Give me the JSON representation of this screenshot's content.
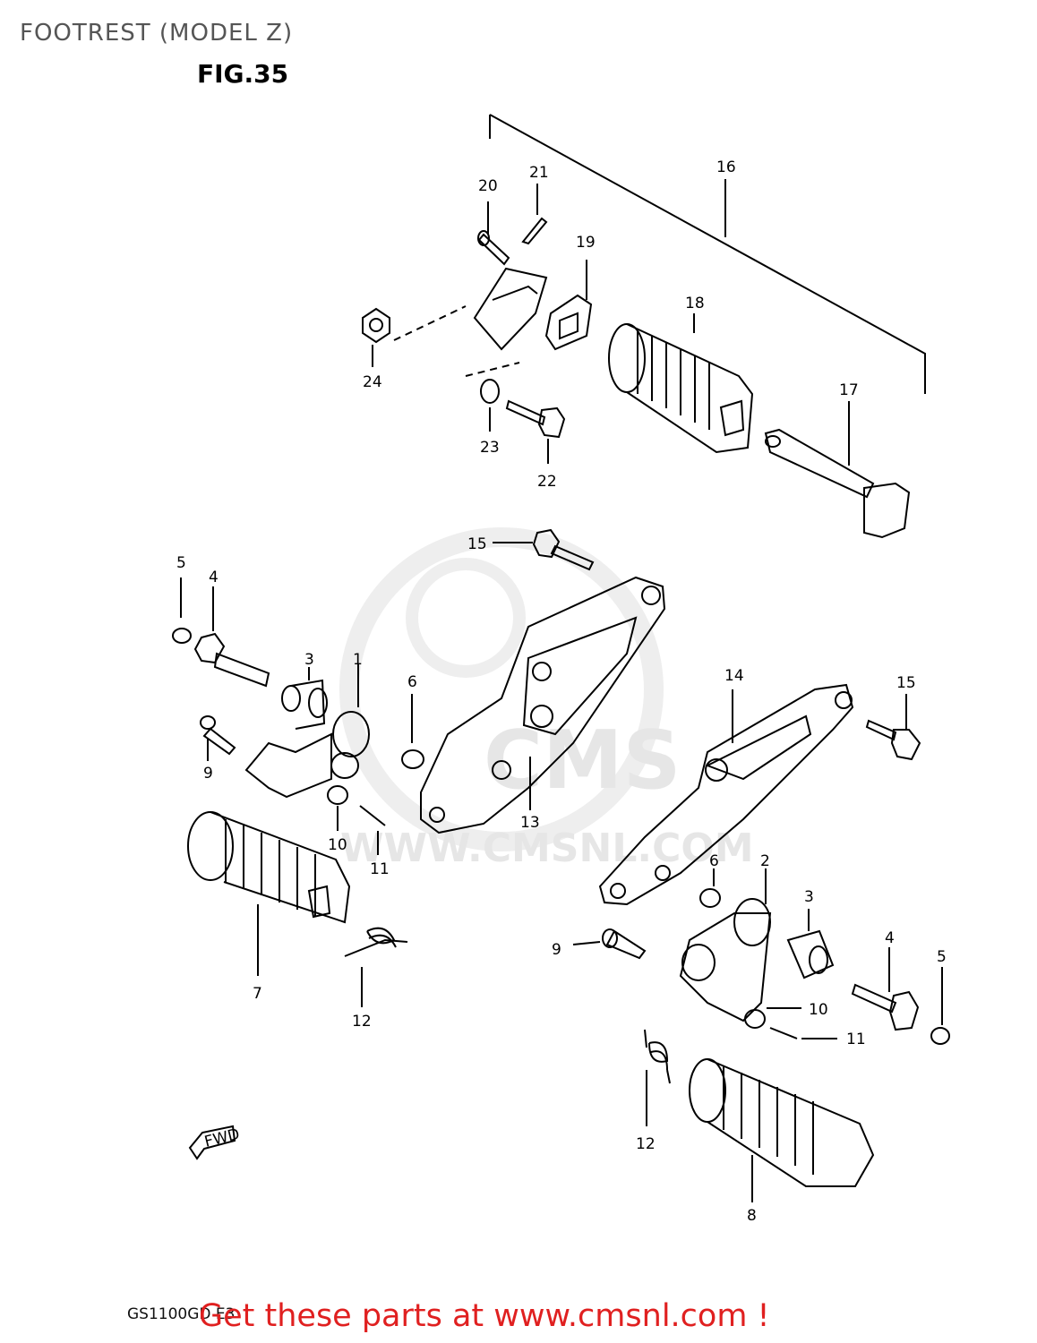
{
  "header": {
    "title": "FOOTREST (MODEL Z)",
    "figure": "FIG.35"
  },
  "watermark": {
    "logo_text": "CMS",
    "url_text": "WWW.CMSNL.COM"
  },
  "callouts": [
    {
      "id": "c1",
      "text": "16"
    },
    {
      "id": "c2",
      "text": "21"
    },
    {
      "id": "c3",
      "text": "20"
    },
    {
      "id": "c4",
      "text": "19"
    },
    {
      "id": "c5",
      "text": "18"
    },
    {
      "id": "c6",
      "text": "24"
    },
    {
      "id": "c7",
      "text": "17"
    },
    {
      "id": "c8",
      "text": "23"
    },
    {
      "id": "c9",
      "text": "22"
    },
    {
      "id": "c10",
      "text": "15"
    },
    {
      "id": "c11",
      "text": "5"
    },
    {
      "id": "c12",
      "text": "4"
    },
    {
      "id": "c13",
      "text": "3"
    },
    {
      "id": "c14",
      "text": "1"
    },
    {
      "id": "c15",
      "text": "6"
    },
    {
      "id": "c16",
      "text": "14"
    },
    {
      "id": "c17",
      "text": "15"
    },
    {
      "id": "c18",
      "text": "9"
    },
    {
      "id": "c19",
      "text": "10"
    },
    {
      "id": "c20",
      "text": "11"
    },
    {
      "id": "c21",
      "text": "13"
    },
    {
      "id": "c22",
      "text": "6"
    },
    {
      "id": "c23",
      "text": "2"
    },
    {
      "id": "c24",
      "text": "3"
    },
    {
      "id": "c25",
      "text": "4"
    },
    {
      "id": "c26",
      "text": "5"
    },
    {
      "id": "c27",
      "text": "7"
    },
    {
      "id": "c28",
      "text": "12"
    },
    {
      "id": "c29",
      "text": "9"
    },
    {
      "id": "c30",
      "text": "10"
    },
    {
      "id": "c31",
      "text": "11"
    },
    {
      "id": "c32",
      "text": "12"
    },
    {
      "id": "c33",
      "text": "8"
    }
  ],
  "fwd_label": "FWD",
  "footer": {
    "model_code": "GS1100GD E3",
    "call_to_action": "Get these parts at www.cmsnl.com !"
  },
  "colors": {
    "line": "#000000",
    "watermark": "#e6e6e6",
    "call_to_action": "#e02020"
  }
}
